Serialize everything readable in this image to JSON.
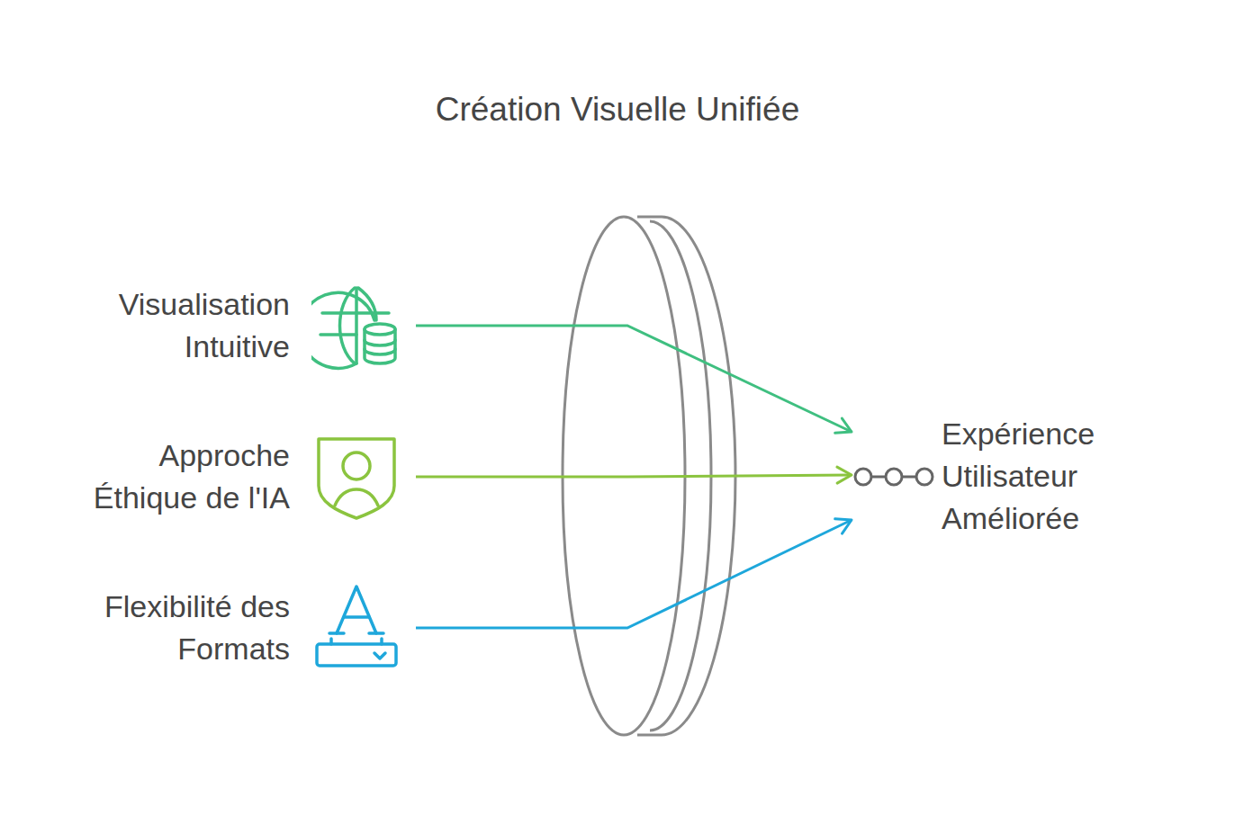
{
  "diagram": {
    "title": "Création Visuelle Unifiée",
    "nodes": [
      {
        "text": [
          "Visualisation Intuitive"
        ]
      },
      {
        "text": [
          "Approche Éthique de l'IA"
        ]
      },
      {
        "text": [
          "Flexibilité des Formats"
        ]
      },
      {
        "text": [
          "Expérience Utilisateur Améliorée"
        ]
      }
    ],
    "edges": [
      {
        "from": 0,
        "to": 3,
        "arrow": "to"
      },
      {
        "from": 1,
        "to": 3,
        "arrow": "to"
      },
      {
        "from": 2,
        "to": 3,
        "arrow": "to"
      }
    ]
  }
}
